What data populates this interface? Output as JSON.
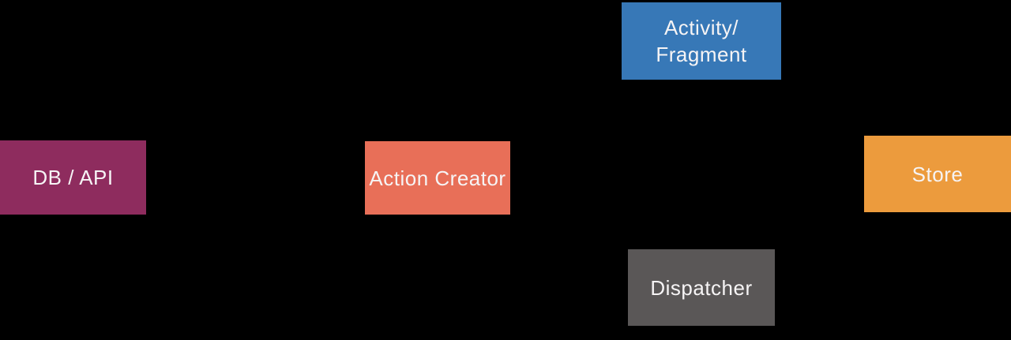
{
  "diagram": {
    "background": "#000000",
    "text_color": "#f6f4f5",
    "nodes": [
      {
        "id": "activity-fragment",
        "label": "Activity/\nFragment",
        "color": "#3778b7"
      },
      {
        "id": "db-api",
        "label": "DB / API",
        "color": "#8e2c5e"
      },
      {
        "id": "action-creator",
        "label": "Action Creator",
        "color": "#e86f58"
      },
      {
        "id": "store",
        "label": "Store",
        "color": "#ec9b3d"
      },
      {
        "id": "dispatcher",
        "label": "Dispatcher",
        "color": "#5a5757"
      }
    ]
  }
}
